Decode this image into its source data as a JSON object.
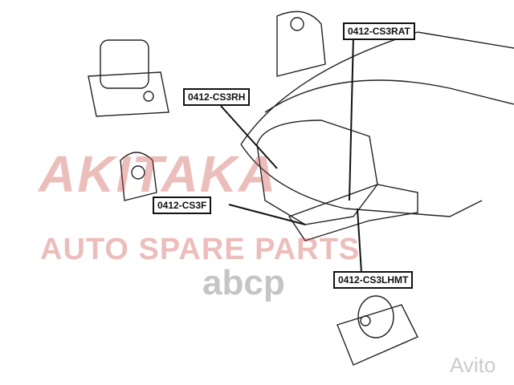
{
  "labels": {
    "rat": "0412-CS3RAT",
    "rh": "0412-CS3RH",
    "f": "0412-CS3F",
    "lhmt": "0412-CS3LHMT"
  },
  "watermarks": {
    "brand": "AKITAKA",
    "tagline": "AUTO SPARE PARTS",
    "abcp": "abcp",
    "avito": "Avito"
  },
  "colors": {
    "watermark": "#c8463c",
    "line": "#111111"
  }
}
